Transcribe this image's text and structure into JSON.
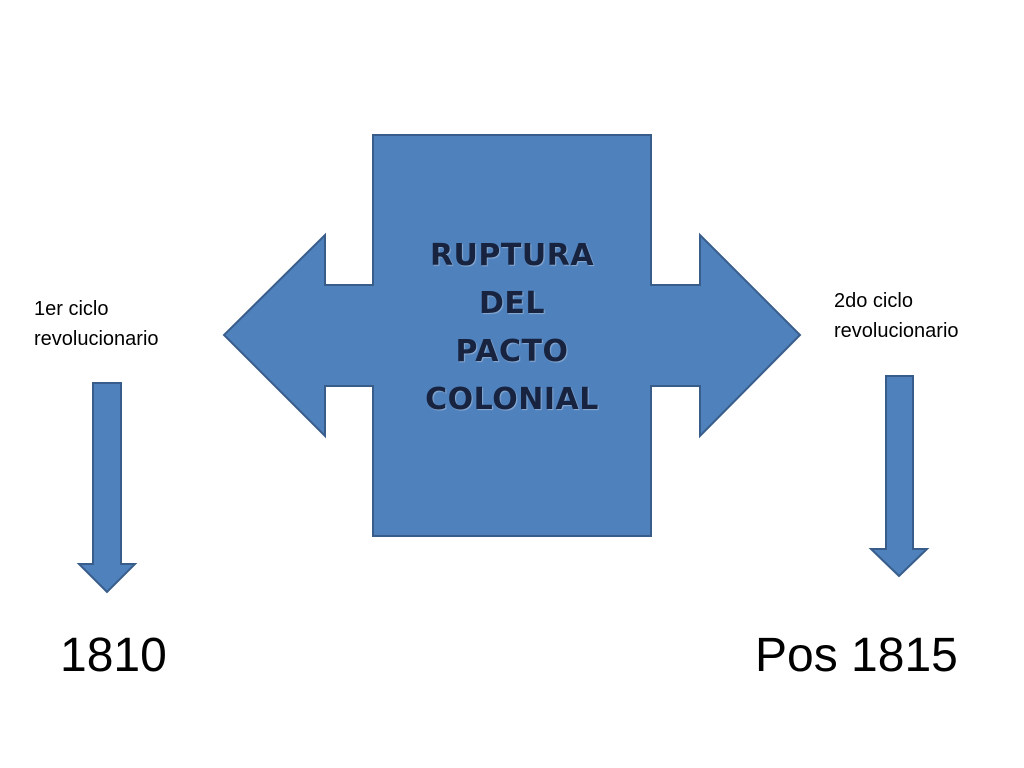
{
  "center": {
    "lines": [
      "RUPTURA",
      "DEL",
      "PACTO",
      "COLONIAL"
    ]
  },
  "left": {
    "label": "1er ciclo\nrevolucionario",
    "year": "1810"
  },
  "right": {
    "label": "2do ciclo\nrevolucionario",
    "year": "Pos 1815"
  },
  "colors": {
    "shape_fill": "#4f81bd",
    "shape_stroke": "#385d8a",
    "center_text": "#17233f"
  }
}
